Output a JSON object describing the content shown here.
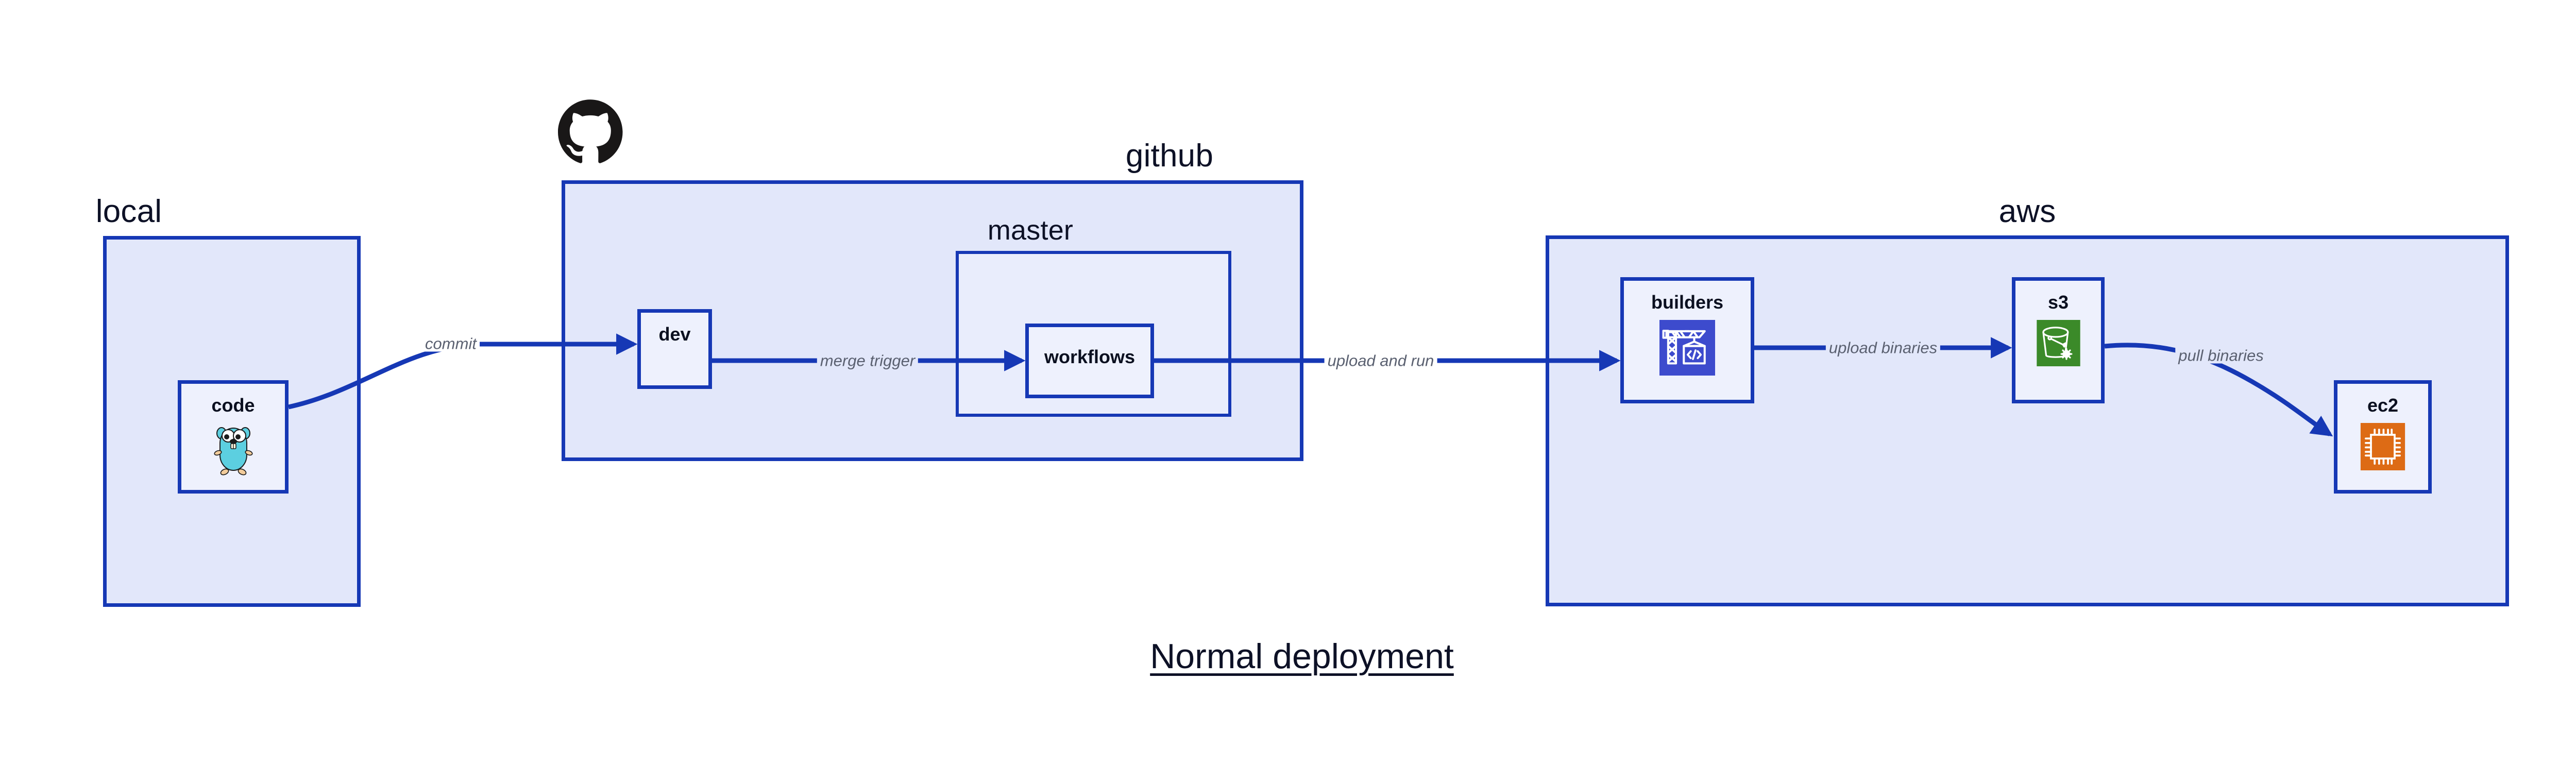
{
  "title": {
    "text": "Normal deployment"
  },
  "colors": {
    "edge": "#1638b5",
    "group_fill": "#e2e7fa",
    "subgroup_fill": "#e9edfc",
    "node_fill": "#eef1fd",
    "border": "#1638b5",
    "label_text": "#0d1126",
    "edge_label_text": "#5a6070",
    "go_gopher_body": "#5ccfe0",
    "builders_icon_bg": "#3d4bcd",
    "s3_icon_bg": "#3b8a29",
    "ec2_icon_bg": "#dd6b15",
    "github_logo": "#191717"
  },
  "groups": [
    {
      "id": "local",
      "label": "local"
    },
    {
      "id": "github",
      "label": "github"
    },
    {
      "id": "master",
      "label": "master"
    },
    {
      "id": "aws",
      "label": "aws"
    }
  ],
  "nodes": [
    {
      "id": "code",
      "label": "code",
      "icon": "go-gopher-icon"
    },
    {
      "id": "dev",
      "label": "dev",
      "icon": null
    },
    {
      "id": "workflows",
      "label": "workflows",
      "icon": null
    },
    {
      "id": "builders",
      "label": "builders",
      "icon": "crane-code-icon"
    },
    {
      "id": "s3",
      "label": "s3",
      "icon": "s3-bucket-icon"
    },
    {
      "id": "ec2",
      "label": "ec2",
      "icon": "cpu-chip-icon"
    }
  ],
  "edges": [
    {
      "id": "commit",
      "from": "code",
      "to": "dev",
      "label": "commit"
    },
    {
      "id": "merge-trigger",
      "from": "dev",
      "to": "workflows",
      "label": "merge trigger"
    },
    {
      "id": "upload-and-run",
      "from": "workflows",
      "to": "builders",
      "label": "upload and run"
    },
    {
      "id": "upload-binaries",
      "from": "builders",
      "to": "s3",
      "label": "upload binaries"
    },
    {
      "id": "pull-binaries",
      "from": "s3",
      "to": "ec2",
      "label": "pull binaries"
    }
  ],
  "logos": [
    {
      "id": "github-logo",
      "icon": "github-octocat-icon"
    }
  ]
}
